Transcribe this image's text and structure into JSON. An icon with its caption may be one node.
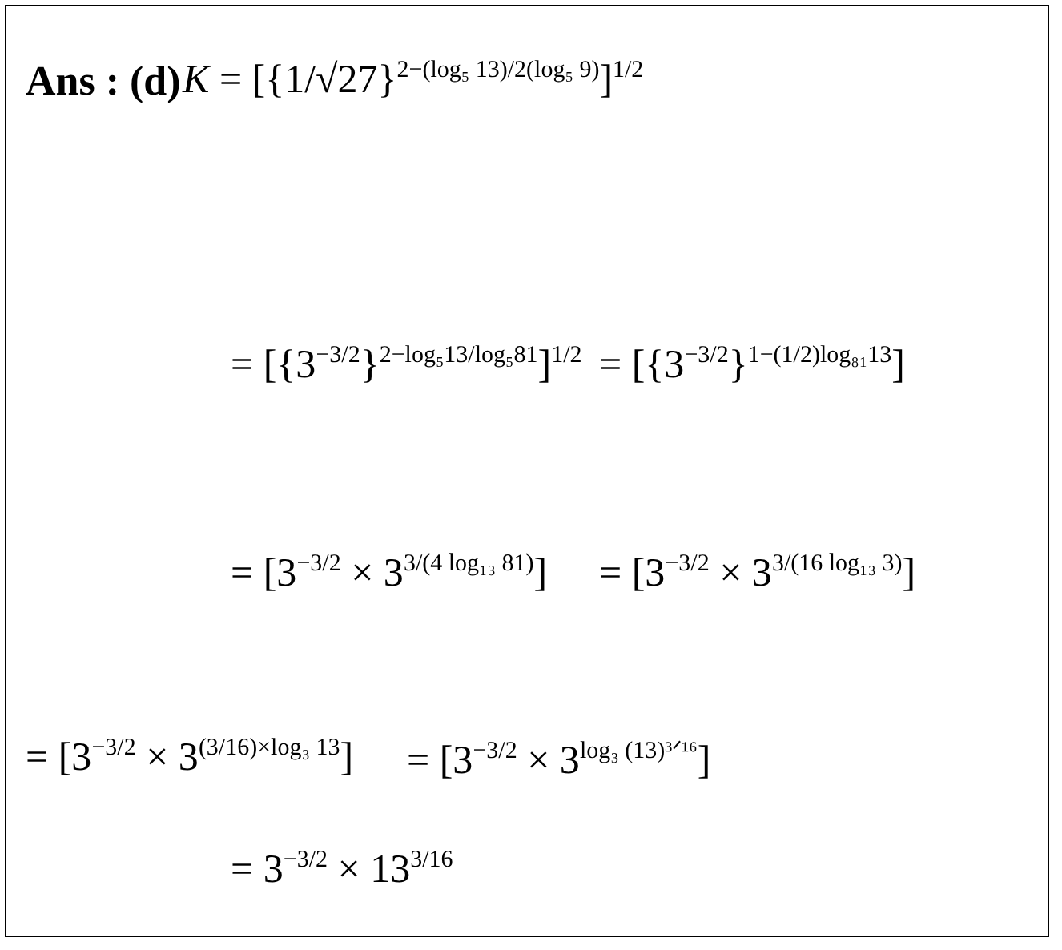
{
  "diagram": {
    "labels": [
      "Ans : (d)",
      "*K* = [{1/√27}$^{2−(log₅ 13)/2(log₅ 9)}$]$^{1/2}$",
      "= [{3$^{−3/2}$}$^{2−log₅13/log₅81}$]$^{1/2}$",
      "= [{3$^{−3/2}$}$^{1−(1/2)log₈₁13}$]",
      "= [3$^{−3/2}$ × 3$^{3/(4 log₁₃ 81)}$]",
      "= [3$^{−3/2}$ × 3$^{3/(16 log₁₃ 3)}$]",
      "= [3$^{−3/2}$ × 3$^{(3/16)×log₃ 13}$]",
      "= [3$^{−3/2}$ × 3$^{log₃ (13)³ᐟ¹⁶}$]",
      "= 3$^{−3/2}$ × 13$^{3/16}$"
    ]
  }
}
